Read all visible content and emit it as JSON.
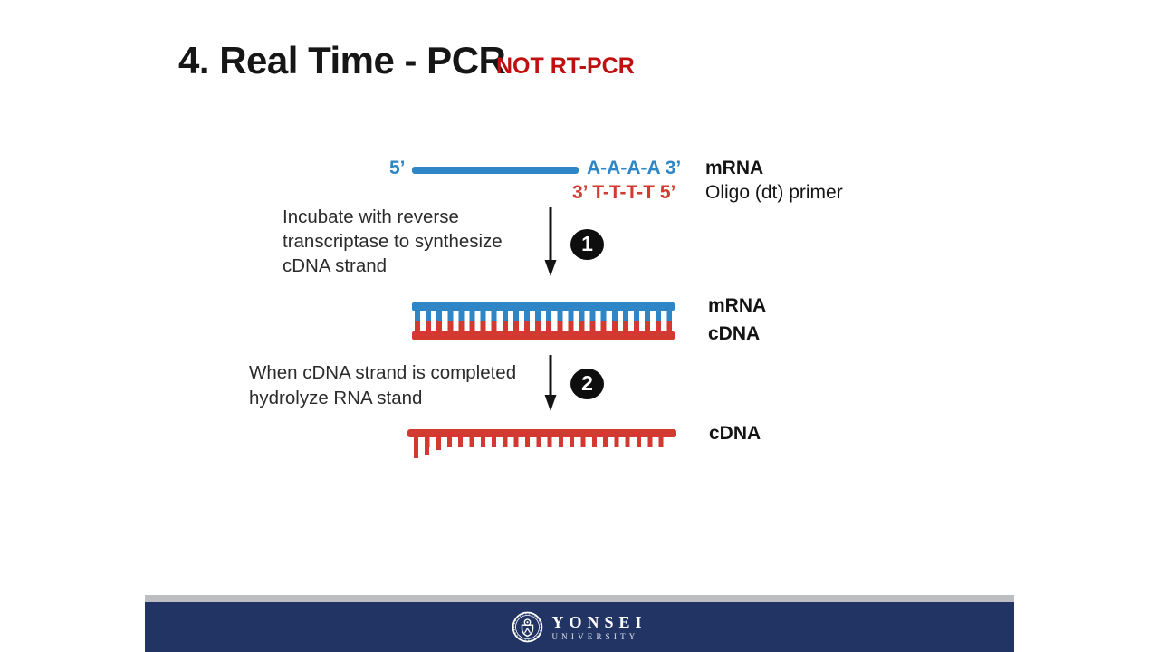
{
  "title": {
    "main": "4. Real Time - PCR",
    "note": "NOT RT-PCR"
  },
  "colors": {
    "rna_blue": "#2F86C7",
    "dna_red": "#D23931",
    "note_red": "#C00F0F",
    "footer_navy": "#223464",
    "footer_gray": "#BDBEC2"
  },
  "diagram": {
    "five_prime_label": "5’",
    "poly_a_label": "A-A-A-A 3’",
    "oligo_dt_label": "3’ T-T-T-T 5’",
    "row1_labels": {
      "strand": "mRNA",
      "primer": "Oligo (dt) primer"
    },
    "step1": {
      "badge": "1",
      "lines": [
        "Incubate with reverse",
        "transcriptase to synthesize",
        "cDNA strand"
      ]
    },
    "row2_labels": {
      "top": "mRNA",
      "bottom": "cDNA"
    },
    "step2": {
      "badge": "2",
      "lines": [
        "When cDNA strand is completed",
        "hydrolyze RNA stand"
      ]
    },
    "row3_label": "cDNA"
  },
  "footer": {
    "logo_name": "YONSEI",
    "logo_sub": "UNIVERSITY"
  }
}
